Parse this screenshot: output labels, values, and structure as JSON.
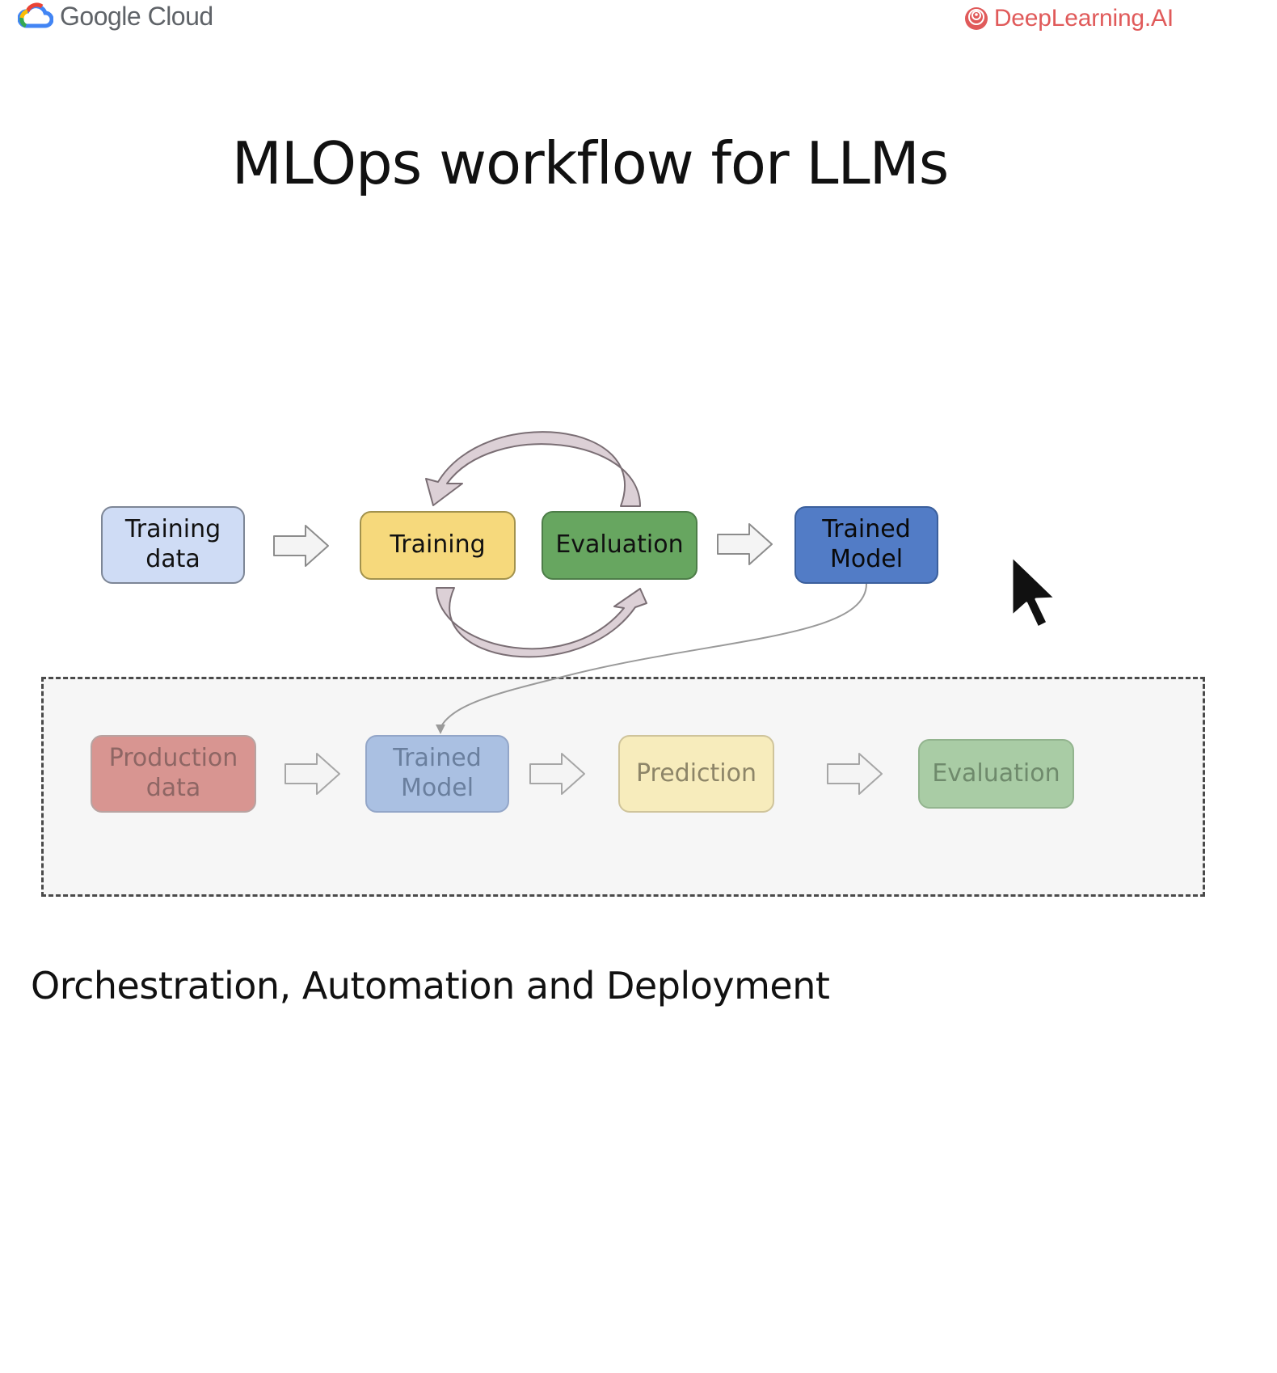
{
  "header": {
    "left_logo_text": "Google Cloud",
    "right_logo_text": "DeepLearning.AI"
  },
  "title": "MLOps workflow for LLMs",
  "diagram": {
    "top_row": {
      "training_data": "Training\ndata",
      "training": "Training",
      "evaluation": "Evaluation",
      "trained_model": "Trained\nModel"
    },
    "bottom_row": {
      "production_data": "Production\ndata",
      "trained_model": "Trained\nModel",
      "prediction": "Prediction",
      "evaluation": "Evaluation"
    }
  },
  "caption": "Orchestration, Automation and Deployment",
  "colors": {
    "training_data": "#cfdcf5",
    "training": "#f6d97c",
    "evaluation": "#67a660",
    "trained_model": "#527cc6",
    "production_data": "#d89591",
    "trained_model_faded": "#aac0e2",
    "prediction": "#f7ecbc",
    "evaluation_faded": "#a9cca5"
  },
  "icons": [
    "google-cloud-logo-icon",
    "deeplearning-ai-logo-icon",
    "mouse-pointer-icon"
  ]
}
